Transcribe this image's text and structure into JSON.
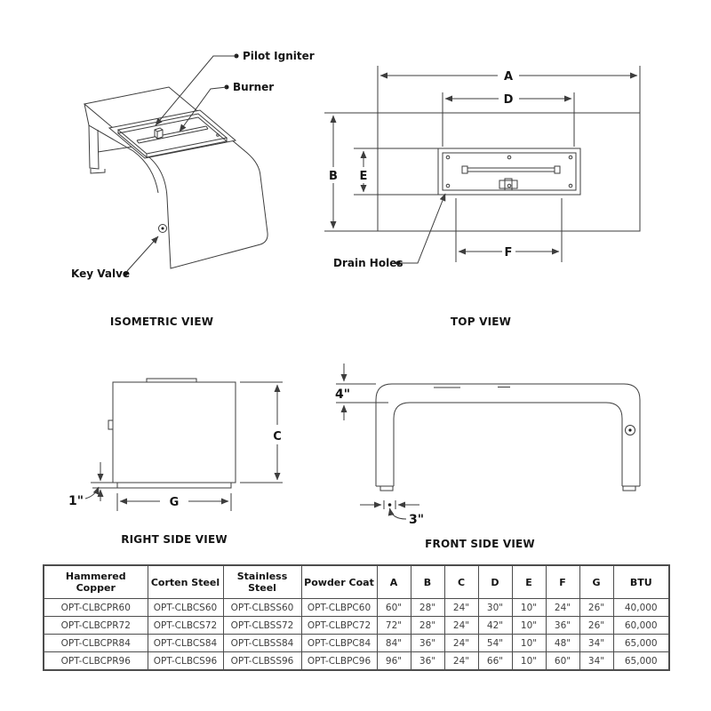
{
  "colors": {
    "line": "#3d3d3d",
    "text": "#141414",
    "table_border": "#4d4d4d",
    "data_text": "#3f3f3f"
  },
  "views": {
    "isometric": {
      "caption": "ISOMETRIC VIEW",
      "labels": {
        "pilot_igniter": "Pilot Igniter",
        "burner": "Burner",
        "key_valve": "Key Valve"
      }
    },
    "top": {
      "caption": "TOP VIEW",
      "labels": {
        "drain_holes": "Drain Holes"
      },
      "dims": {
        "a": "A",
        "b": "B",
        "d": "D",
        "e": "E",
        "f": "F"
      }
    },
    "right_side": {
      "caption": "RIGHT SIDE VIEW",
      "dims": {
        "c": "C",
        "g": "G",
        "base_height": "1\""
      }
    },
    "front_side": {
      "caption": "FRONT SIDE VIEW",
      "dims": {
        "top_thickness": "4\"",
        "leg_thickness": "3\""
      }
    }
  },
  "table": {
    "headers": [
      "Hammered Copper",
      "Corten Steel",
      "Stainless Steel",
      "Powder Coat",
      "A",
      "B",
      "C",
      "D",
      "E",
      "F",
      "G",
      "BTU"
    ],
    "rows": [
      [
        "OPT-CLBCPR60",
        "OPT-CLBCS60",
        "OPT-CLBSS60",
        "OPT-CLBPC60",
        "60\"",
        "28\"",
        "24\"",
        "30\"",
        "10\"",
        "24\"",
        "26\"",
        "40,000"
      ],
      [
        "OPT-CLBCPR72",
        "OPT-CLBCS72",
        "OPT-CLBSS72",
        "OPT-CLBPC72",
        "72\"",
        "28\"",
        "24\"",
        "42\"",
        "10\"",
        "36\"",
        "26\"",
        "60,000"
      ],
      [
        "OPT-CLBCPR84",
        "OPT-CLBCS84",
        "OPT-CLBSS84",
        "OPT-CLBPC84",
        "84\"",
        "36\"",
        "24\"",
        "54\"",
        "10\"",
        "48\"",
        "34\"",
        "65,000"
      ],
      [
        "OPT-CLBCPR96",
        "OPT-CLBCS96",
        "OPT-CLBSS96",
        "OPT-CLBPC96",
        "96\"",
        "36\"",
        "24\"",
        "66\"",
        "10\"",
        "60\"",
        "34\"",
        "65,000"
      ]
    ]
  }
}
